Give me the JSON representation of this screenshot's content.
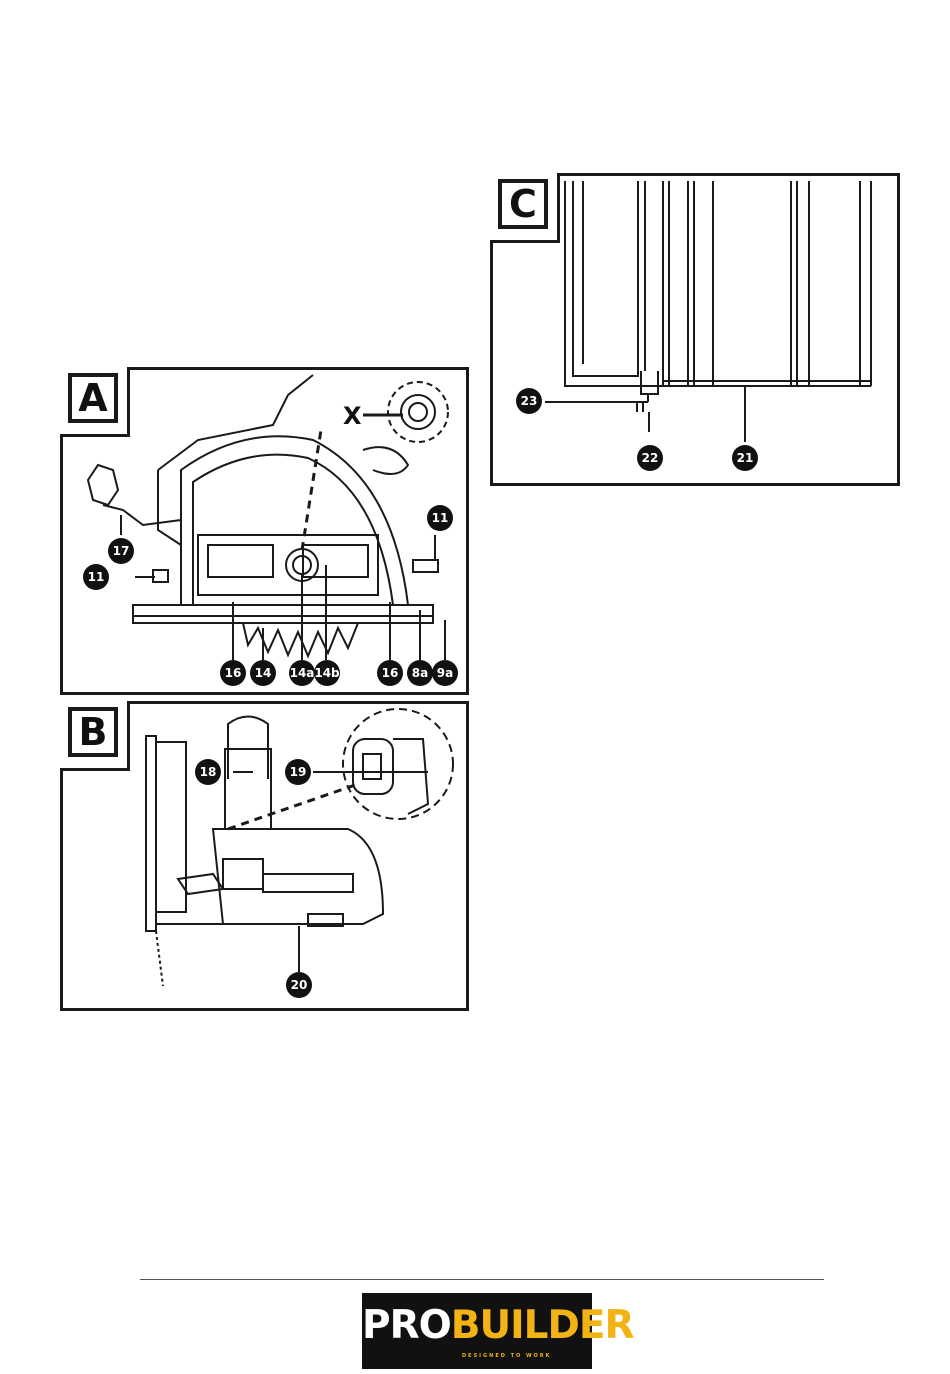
{
  "panels": {
    "a": {
      "letter": "A",
      "x_label": "X",
      "labels": [
        "17",
        "11",
        "11",
        "16",
        "14",
        "14a",
        "14b",
        "16",
        "8a",
        "9a"
      ]
    },
    "b": {
      "letter": "B",
      "labels": [
        "18",
        "19",
        "20"
      ]
    },
    "c": {
      "letter": "C",
      "labels": [
        "23",
        "22",
        "21"
      ]
    }
  },
  "footer": {
    "logo_pro": "PRO",
    "logo_builder": "BUILDER",
    "logo_tagline": "DESIGNED TO WORK"
  },
  "colors": {
    "line": "#1a1a1a",
    "logo_background": "#111111",
    "logo_accent": "#f2b315"
  }
}
